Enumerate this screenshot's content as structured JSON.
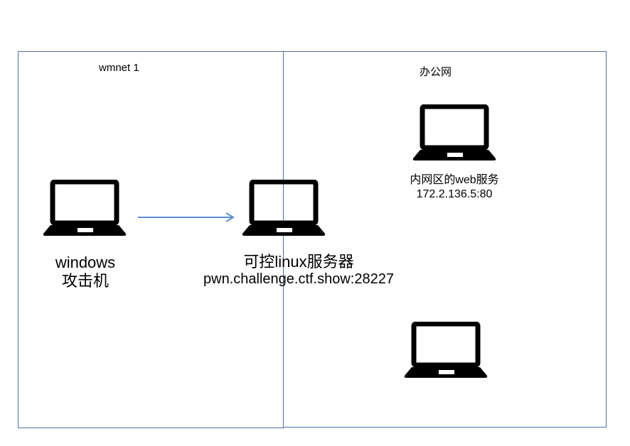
{
  "zones": {
    "left_label": "wmnet 1",
    "right_label": "办公网"
  },
  "nodes": {
    "attacker": {
      "name": "windows",
      "role": "攻击机",
      "icon": "laptop-icon"
    },
    "server": {
      "name": "可控linux服务器",
      "address": "pwn.challenge.ctf.show:28227",
      "icon": "laptop-icon"
    },
    "web": {
      "name": "内网区的web服务",
      "address": "172.2.136.5:80",
      "icon": "laptop-icon"
    },
    "extra": {
      "icon": "laptop-icon"
    }
  },
  "colors": {
    "zone_border": "#4a6fa5",
    "arrow": "#5b8fd6",
    "icon": "#000000"
  }
}
